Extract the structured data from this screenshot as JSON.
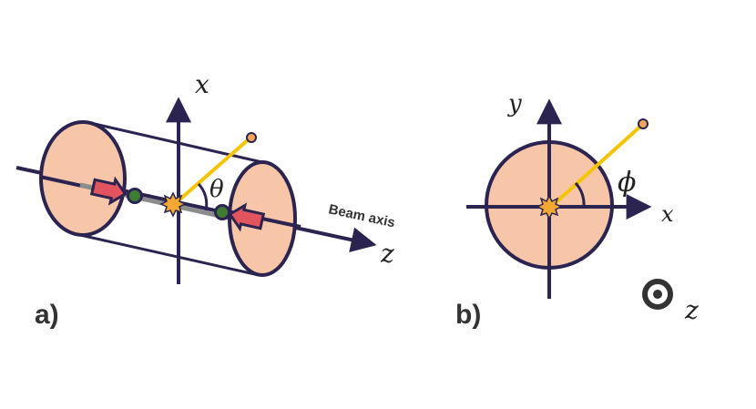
{
  "panel_a": {
    "label": "a)",
    "x_axis_label": "x",
    "z_axis_label": "z",
    "angle_label": "θ",
    "beam_label": "Beam axis"
  },
  "panel_b": {
    "label": "b)",
    "x_axis_label": "x",
    "y_axis_label": "y",
    "angle_label": "ϕ",
    "z_axis_label": "z"
  },
  "colors": {
    "outline": "#2b2450",
    "cylinder_face": "#f7c6a9",
    "track": "#f5c400",
    "track_end": "#f2a65a",
    "proton": "#3f7d34",
    "arrow": "#e2545e",
    "beam_line": "#777777",
    "vertex": "#f2a833"
  }
}
